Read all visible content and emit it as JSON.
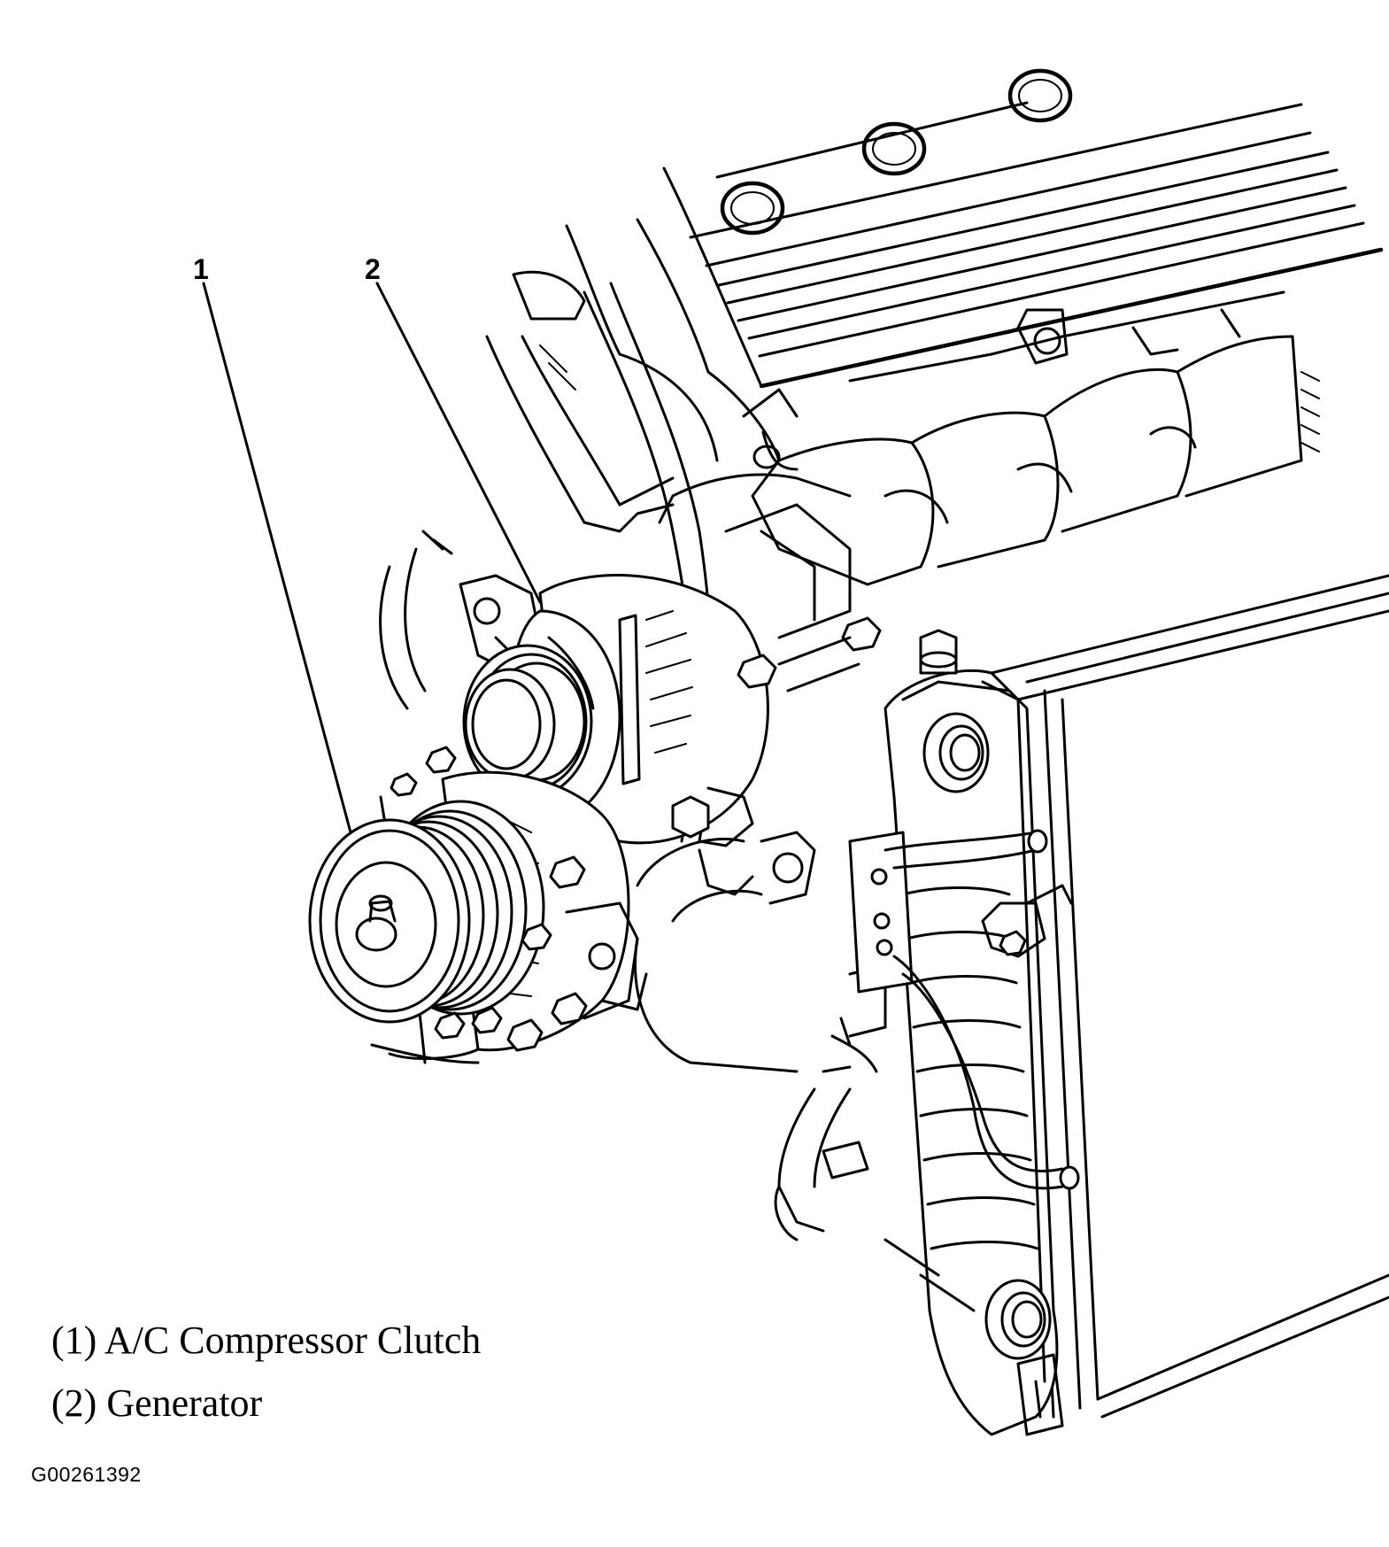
{
  "callouts": [
    {
      "number": "1"
    },
    {
      "number": "2"
    }
  ],
  "legend": [
    {
      "key": "(1)",
      "text": "A/C Compressor Clutch"
    },
    {
      "key": "(2)",
      "text": "Generator"
    }
  ],
  "figure_id": "G00261392",
  "colors": {
    "ink": "#000000",
    "paper": "#ffffff"
  }
}
